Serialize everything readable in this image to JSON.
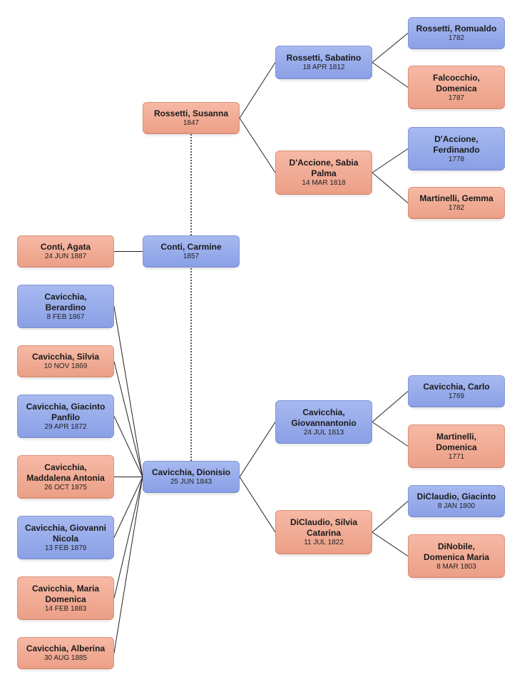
{
  "people": [
    {
      "id": "romualdo",
      "name": "Rossetti, Romualdo",
      "date": "1782",
      "sex": "male"
    },
    {
      "id": "falcocchio",
      "name": "Falcocchio, Domenica",
      "date": "1787",
      "sex": "female"
    },
    {
      "id": "sabatino",
      "name": "Rossetti, Sabatino",
      "date": "18 APR 1812",
      "sex": "male"
    },
    {
      "id": "susanna",
      "name": "Rossetti, Susanna",
      "date": "1847",
      "sex": "female"
    },
    {
      "id": "ferdinando",
      "name": "D'Accione, Ferdinando",
      "date": "1778",
      "sex": "male"
    },
    {
      "id": "sabia",
      "name": "D'Accione, Sabia Palma",
      "date": "14 MAR 1818",
      "sex": "female"
    },
    {
      "id": "gemma",
      "name": "Martinelli, Gemma",
      "date": "1782",
      "sex": "female"
    },
    {
      "id": "agata",
      "name": "Conti, Agata",
      "date": "24 JUN 1887",
      "sex": "female"
    },
    {
      "id": "carmine",
      "name": "Conti, Carmine",
      "date": "1857",
      "sex": "male"
    },
    {
      "id": "berardino",
      "name": "Cavicchia, Berardino",
      "date": "8 FEB 1867",
      "sex": "male"
    },
    {
      "id": "silvia",
      "name": "Cavicchia, Silvia",
      "date": "10 NOV 1869",
      "sex": "female"
    },
    {
      "id": "giacintop",
      "name": "Cavicchia, Giacinto Panfilo",
      "date": "29 APR 1872",
      "sex": "male"
    },
    {
      "id": "maddalena",
      "name": "Cavicchia, Maddalena Antonia",
      "date": "26 OCT 1875",
      "sex": "female"
    },
    {
      "id": "giovanni",
      "name": "Cavicchia, Giovanni Nicola",
      "date": "13 FEB 1879",
      "sex": "male"
    },
    {
      "id": "mariad",
      "name": "Cavicchia, Maria Domenica",
      "date": "14 FEB 1883",
      "sex": "female"
    },
    {
      "id": "alberina",
      "name": "Cavicchia, Alberina",
      "date": "30 AUG 1885",
      "sex": "female"
    },
    {
      "id": "dionisio",
      "name": "Cavicchia, Dionisio",
      "date": "25 JUN 1843",
      "sex": "male"
    },
    {
      "id": "giovannantonio",
      "name": "Cavicchia, Giovannantonio",
      "date": "24 JUL 1813",
      "sex": "male"
    },
    {
      "id": "carlo",
      "name": "Cavicchia, Carlo",
      "date": "1769",
      "sex": "male"
    },
    {
      "id": "martinellid",
      "name": "Martinelli, Domenica",
      "date": "1771",
      "sex": "female"
    },
    {
      "id": "silviac",
      "name": "DiClaudio, Silvia Catarina",
      "date": "11 JUL 1822",
      "sex": "female"
    },
    {
      "id": "giacintod",
      "name": "DiClaudio, Giacinto",
      "date": "8 JAN 1800",
      "sex": "male"
    },
    {
      "id": "domenicam",
      "name": "DiNobile, Domenica Maria",
      "date": "8 MAR 1803",
      "sex": "female"
    }
  ],
  "links": [
    {
      "from": "sabatino",
      "to": "romualdo"
    },
    {
      "from": "sabatino",
      "to": "falcocchio"
    },
    {
      "from": "sabia",
      "to": "ferdinando"
    },
    {
      "from": "sabia",
      "to": "gemma"
    },
    {
      "from": "susanna",
      "to": "sabatino"
    },
    {
      "from": "susanna",
      "to": "sabia"
    },
    {
      "from": "carmine",
      "to": "agata"
    },
    {
      "from": "dionisio",
      "to": "berardino"
    },
    {
      "from": "dionisio",
      "to": "silvia"
    },
    {
      "from": "dionisio",
      "to": "giacintop"
    },
    {
      "from": "dionisio",
      "to": "maddalena"
    },
    {
      "from": "dionisio",
      "to": "giovanni"
    },
    {
      "from": "dionisio",
      "to": "mariad"
    },
    {
      "from": "dionisio",
      "to": "alberina"
    },
    {
      "from": "dionisio",
      "to": "giovannantonio"
    },
    {
      "from": "dionisio",
      "to": "silviac"
    },
    {
      "from": "giovannantonio",
      "to": "carlo"
    },
    {
      "from": "giovannantonio",
      "to": "martinellid"
    },
    {
      "from": "silviac",
      "to": "giacintod"
    },
    {
      "from": "silviac",
      "to": "domenicam"
    }
  ],
  "dashed_links": [
    {
      "from": "susanna",
      "to": "dionisio"
    }
  ]
}
